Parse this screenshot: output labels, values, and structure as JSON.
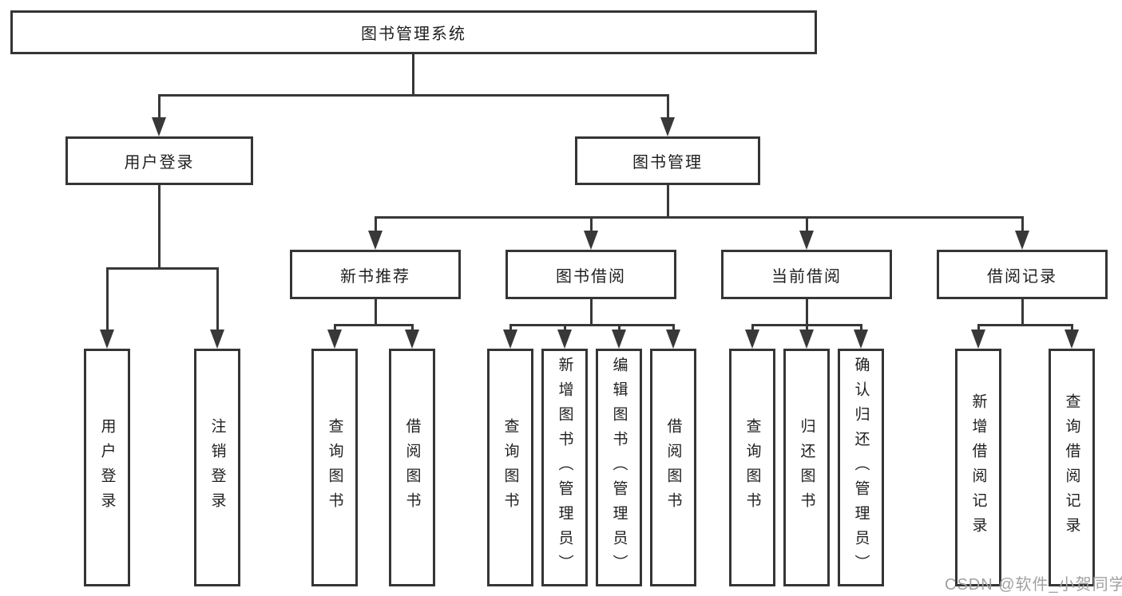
{
  "diagram": {
    "root": {
      "label": "图书管理系统"
    },
    "level2": [
      {
        "id": "user-login",
        "label": "用户登录"
      },
      {
        "id": "book-management",
        "label": "图书管理"
      }
    ],
    "level3": [
      {
        "id": "new-book-recommend",
        "label": "新书推荐"
      },
      {
        "id": "book-borrow",
        "label": "图书借阅"
      },
      {
        "id": "current-borrow",
        "label": "当前借阅"
      },
      {
        "id": "borrow-records",
        "label": "借阅记录"
      }
    ],
    "leaves": {
      "user_login": [
        "用户登录",
        "注销登录"
      ],
      "new_book_recommend": [
        "查询图书",
        "借阅图书"
      ],
      "book_borrow": [
        "查询图书",
        "新增图书（管理员）",
        "编辑图书（管理员）",
        "借阅图书"
      ],
      "current_borrow": [
        "查询图书",
        "归还图书",
        "确认归还（管理员）"
      ],
      "borrow_records": [
        "新增借阅记录",
        "查询借阅记录"
      ]
    }
  },
  "watermark": {
    "text": "CSDN @软件_小贺同学"
  },
  "colors": {
    "line": "#383838",
    "box_border": "#353535",
    "text": "#1f1f1f",
    "watermark": "#a1a1a1",
    "background": "#ffffff"
  }
}
